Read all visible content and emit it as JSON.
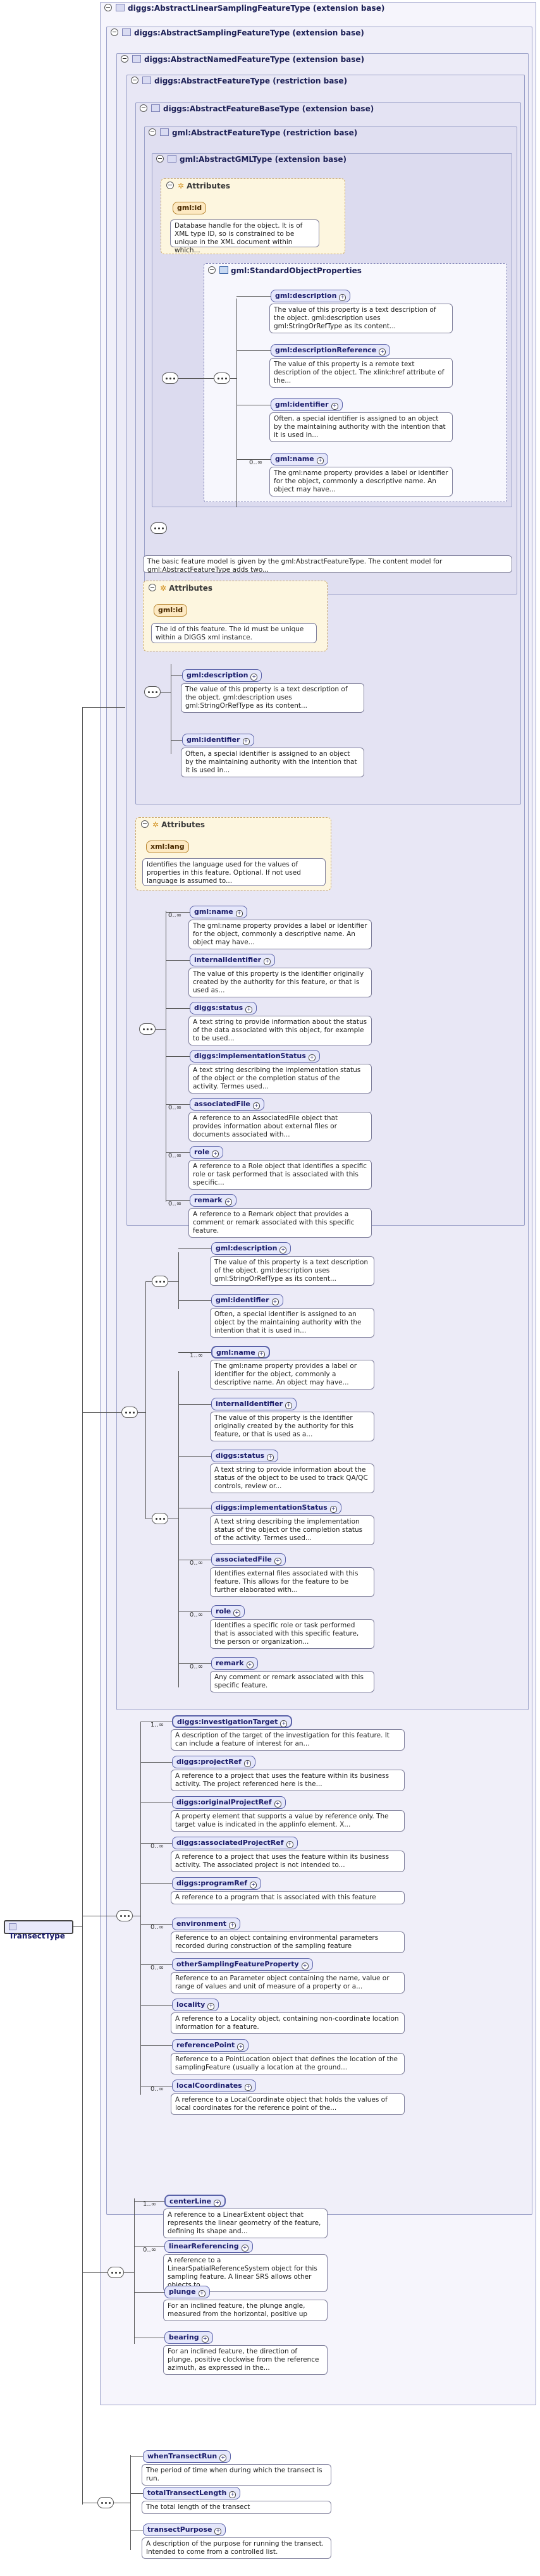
{
  "root": {
    "label": "TransectType"
  },
  "frames": {
    "f1": "diggs:AbstractLinearSamplingFeatureType (extension base)",
    "f2": "diggs:AbstractSamplingFeatureType (extension base)",
    "f3": "diggs:AbstractNamedFeatureType (extension base)",
    "f4": "diggs:AbstractFeatureType (restriction base)",
    "f5": "diggs:AbstractFeatureBaseType (extension base)",
    "f6": "gml:AbstractFeatureType (restriction base)",
    "f7": "gml:AbstractGMLType (extension base)"
  },
  "attributes_label": "Attributes",
  "gml_std_group": "gml:StandardObjectProperties",
  "gml_id_1": {
    "label": "gml:id",
    "desc": "Database handle for the object. It is of XML type ID, so is constrained to be unique in the XML document within which..."
  },
  "gml_std": [
    {
      "label": "gml:description",
      "desc": "The value of this property is a text description of the object. gml:description uses gml:StringOrRefType as its content..."
    },
    {
      "label": "gml:descriptionReference",
      "desc": "The value of this property is a remote text description of the object. The xlink:href attribute of the..."
    },
    {
      "label": "gml:identifier",
      "desc": "Often, a special identifier is assigned to an object by the maintaining authority with the intention that it is used in..."
    },
    {
      "label": "gml:name",
      "card": "0..∞",
      "desc": "The gml:name property provides a label or identifier for the object, commonly a descriptive name. An object may have..."
    }
  ],
  "feature_base_desc": "The basic feature model is given by the gml:AbstractFeatureType. The content model for gml:AbstractFeatureType adds two...",
  "gml_id_2": {
    "label": "gml:id",
    "desc": "The id of this feature. The id must be unique within a DIGGS xml instance."
  },
  "feat": [
    {
      "label": "gml:description",
      "desc": "The value of this property is a text description of the object. gml:description uses gml:StringOrRefType as its content..."
    },
    {
      "label": "gml:identifier",
      "desc": "Often, a special identifier is assigned to an object by the maintaining authority with the intention that it is used in..."
    }
  ],
  "xml_lang": {
    "label": "xml:lang",
    "desc": "Identifies the language used for the values of properties in this feature. Optional. If not used language is assumed to..."
  },
  "named": [
    {
      "label": "gml:name",
      "card": "0..∞",
      "desc": "The gml:name property provides a label or identifier for the object, commonly a descriptive name. An object may have..."
    },
    {
      "label": "internalIdentifier",
      "desc": "The value of this property is the identifier originally created by the authority for this feature, or that is used as..."
    },
    {
      "label": "diggs:status",
      "desc": "A text string to provide information about the status of the data associated with this object, for example to be used..."
    },
    {
      "label": "diggs:implementationStatus",
      "desc": "A text string describing the implementation status of the object or the completion status of the activity. Termes used..."
    },
    {
      "label": "associatedFile",
      "card": "0..∞",
      "desc": "A reference to an AssociatedFile object that provides information about external files or documents associated with..."
    },
    {
      "label": "role",
      "card": "0..∞",
      "desc": "A reference to a Role object that identifies a specific role or task performed that is associated with this specific..."
    },
    {
      "label": "remark",
      "card": "0..∞",
      "desc": "A reference to a Remark object that provides a comment or remark associated with this specific feature."
    }
  ],
  "alt": [
    {
      "label": "gml:description",
      "desc": "The value of this property is a text description of the object. gml:description uses gml:StringOrRefType as its content..."
    },
    {
      "label": "gml:identifier",
      "desc": "Often, a special identifier is assigned to an object by the maintaining authority with the intention that it is used in..."
    },
    {
      "label": "gml:name",
      "card": "1..∞",
      "desc": "The gml:name property provides a label or identifier for the object, commonly a descriptive name. An object may have..."
    },
    {
      "label": "internalIdentifier",
      "desc": "The value of this property is the identifier originally created by the authority for this feature, or that is used as a..."
    },
    {
      "label": "diggs:status",
      "desc": "A text string to provide information about the status of the object to be used to track QA/QC controls, review or..."
    },
    {
      "label": "diggs:implementationStatus",
      "desc": "A text string describing the implementation status of the object or the completion status of the activity. Termes used..."
    },
    {
      "label": "associatedFile",
      "card": "0..∞",
      "desc": "Identifies external files associated with this feature. This allows for the feature to be further elaborated with..."
    },
    {
      "label": "role",
      "card": "0..∞",
      "desc": "Identifies a specific role or task performed that is associated with this specific feature, the person or organization..."
    },
    {
      "label": "remark",
      "card": "0..∞",
      "desc": "Any comment or remark associated with this specific feature."
    }
  ],
  "sampling": [
    {
      "label": "diggs:investigationTarget",
      "card": "1..∞",
      "desc": "A description of the target of the investigation for this feature. It can include a feature of interest for an..."
    },
    {
      "label": "diggs:projectRef",
      "desc": "A reference to a project that uses the feature within its business activity. The project referenced here is the..."
    },
    {
      "label": "diggs:originalProjectRef",
      "desc": "A property element that supports a value by reference only. The target value is indicated in the applinfo element. X..."
    },
    {
      "label": "diggs:associatedProjectRef",
      "card": "0..∞",
      "desc": "A reference to a project that uses the feature within its business activity. The associated project is not intended to..."
    },
    {
      "label": "diggs:programRef",
      "desc": "A reference to a program that is associated with this feature"
    },
    {
      "label": "environment",
      "card": "0..∞",
      "desc": "Reference to an object containing environmental parameters recorded during construction of the sampling feature"
    },
    {
      "label": "otherSamplingFeatureProperty",
      "card": "0..∞",
      "desc": "Reference to an Parameter object containing the name, value or range of values and unit of measure of a property or a..."
    },
    {
      "label": "locality",
      "desc": "A reference to a Locality object, containing non-coordinate location information for a feature."
    },
    {
      "label": "referencePoint",
      "desc": "Reference to a PointLocation object that defines the location of the samplingFeature (usually a location at the ground..."
    },
    {
      "label": "localCoordinates",
      "card": "0..∞",
      "desc": "A reference to a LocalCoordinate object that holds the values of local coordinates for the reference point of the..."
    }
  ],
  "linear": [
    {
      "label": "centerLine",
      "card": "1..∞",
      "desc": "A reference to a LinearExtent object that represents the linear geometry of the feature, defining its shape and..."
    },
    {
      "label": "linearReferencing",
      "card": "0..∞",
      "desc": "A reference to a LinearSpatialReferenceSystem object for this sampling feature. A linear SRS allows other objects to..."
    },
    {
      "label": "plunge",
      "desc": "For an inclined feature, the plunge angle, measured from the horizontal, positive up"
    },
    {
      "label": "bearing",
      "desc": "For an inclined feature, the direction of plunge, positive clockwise from the reference azimuth, as expressed in the..."
    }
  ],
  "transect": [
    {
      "label": "whenTransectRun",
      "desc": "The period of time when during which the transect is run."
    },
    {
      "label": "totalTransectLength",
      "desc": "The total length of the transect"
    },
    {
      "label": "transectPurpose",
      "desc": "A description of the purpose for running the transect. Intended to come from a controlled list."
    }
  ]
}
